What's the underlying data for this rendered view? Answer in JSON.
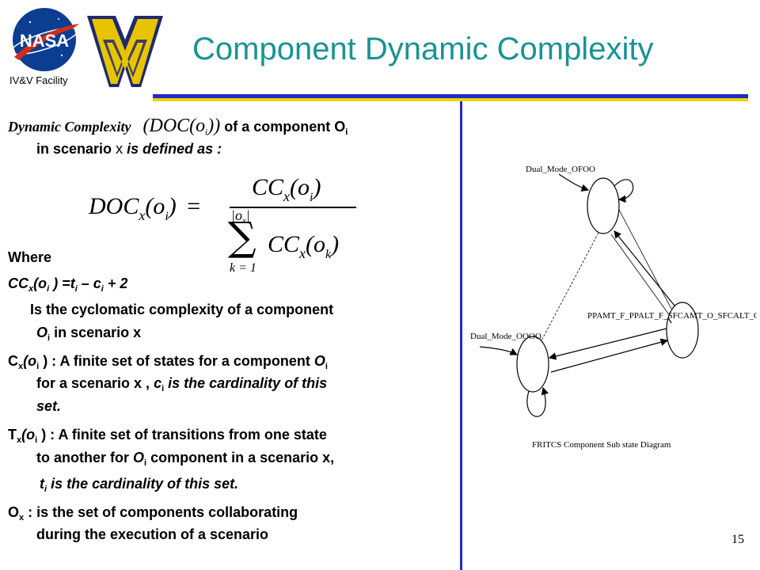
{
  "header": {
    "title": "Component Dynamic Complexity",
    "nasa_logo_text": "NASA",
    "nasa_caption": "IV&V Facility",
    "wv_logo_icon": "flying-wv-icon",
    "colors": {
      "title": "#1a9393",
      "rule_blue": "#1f2bc4",
      "rule_yellow": "#e8d400",
      "wv_gold": "#e8c400",
      "wv_navy": "#1f2a6e"
    }
  },
  "body": {
    "dynamic_complexity_label": "Dynamic Complexity",
    "doc_symbol": "(DOC(o",
    "doc_sub": "i",
    "doc_close": "))",
    "of_component": "of a component O",
    "of_component_sub": "i",
    "in_scenario": "in scenario",
    "scenario_var": "x",
    "defined_as": "is defined as :",
    "formula": {
      "lhs": "DOC",
      "lhs_sub": "x",
      "arg": "(o",
      "arg_sub": "i",
      "arg_close": ")",
      "equals": "=",
      "numerator": "CC",
      "numerator_sub": "x",
      "numerator_arg": "(o",
      "numerator_arg_sub": "i",
      "numerator_close": ")",
      "sum_upper": "|o",
      "sum_upper_sub": "x",
      "sum_upper_close": "|",
      "sum_symbol": "∑",
      "sum_lower": "k = 1",
      "denominator": "CC",
      "denominator_sub": "x",
      "denominator_arg": "(o",
      "denominator_arg_sub": "k",
      "denominator_close": ")"
    },
    "where": "Where",
    "cc_def_a": "CC",
    "cc_def_sub": "x",
    "cc_def_b": "(o",
    "cc_def_sub2": "i",
    "cc_def_c": " ) =t",
    "cc_def_sub3": "i",
    "cc_def_d": " – c",
    "cc_def_sub4": "i",
    "cc_def_e": " + 2",
    "cyclomatic_line1": "Is the cyclomatic complexity of a component",
    "cyclomatic_o": "O",
    "cyclomatic_o_sub": "i",
    "cyclomatic_line2": " in scenario x",
    "c_def_a": "C",
    "c_def_sub": "x",
    "c_def_b": "(o",
    "c_def_sub2": "i",
    "c_def_c": " ) : A finite set of states for a component ",
    "c_def_o": "O",
    "c_def_o_sub": "i",
    "c_def_line2a": "for a scenario x , ",
    "c_def_line2b": "c",
    "c_def_line2b_sub": "i",
    "c_def_line2c": " is the cardinality of this",
    "c_def_line3": "set.",
    "t_def_a": "T",
    "t_def_sub": "x",
    "t_def_b": "(o",
    "t_def_sub2": "i",
    "t_def_c": " ) : A finite set of transitions from one state",
    "t_def_line2a": "to another for ",
    "t_def_line2o": "O",
    "t_def_line2o_sub": "i",
    "t_def_line2b": " component  in a scenario x,",
    "t_def_line3a": "t",
    "t_def_line3a_sub": "i",
    "t_def_line3b": "  is the cardinality of this set.",
    "o_def_a": "O",
    "o_def_sub": "x",
    "o_def_b": " :  is  the  set  of  components  collaborating",
    "o_def_line2": "during the execution of a scenario"
  },
  "diagram": {
    "state_top": "Dual_Mode_OFOO",
    "state_right": "PPAMT_F_PPALT_F_SFCAMT_O_SFCALT_O",
    "state_left": "Dual_Mode_OOOO",
    "caption": "FRITCS Component Sub state Diagram"
  },
  "page_number": "15"
}
